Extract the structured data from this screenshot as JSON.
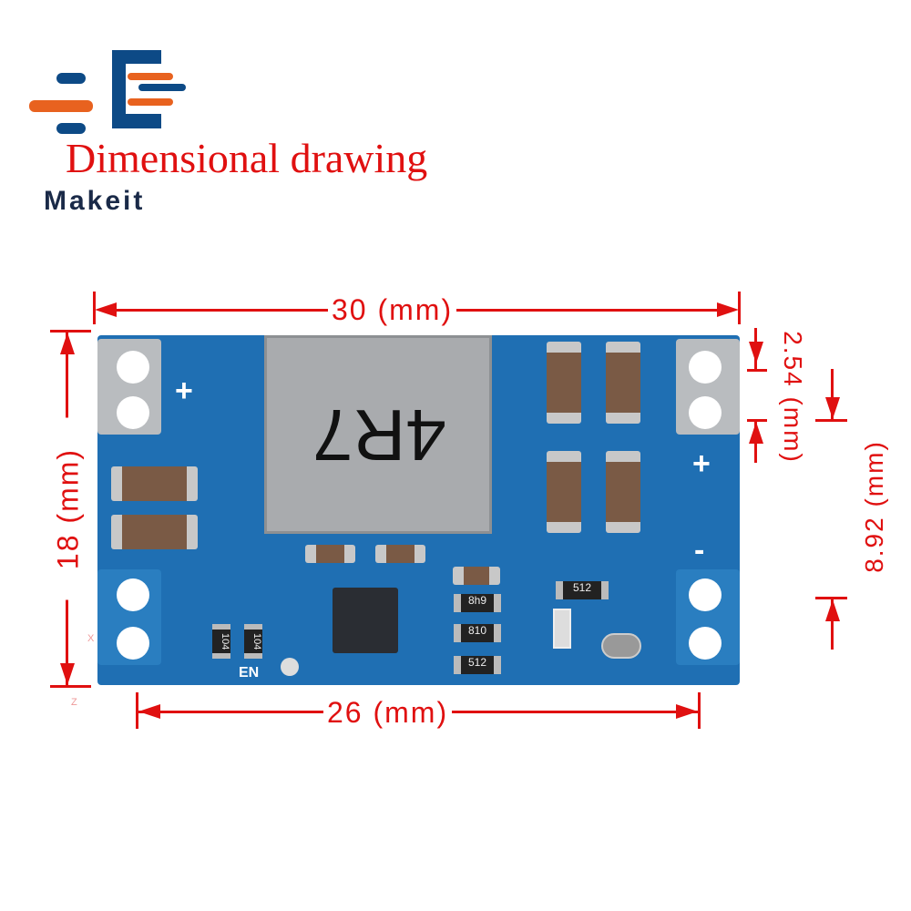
{
  "logo": {
    "text": "Makeit",
    "colors": {
      "blue": "#0d4a86",
      "orange": "#e8621f"
    }
  },
  "title": "Dimensional drawing",
  "dimensions": {
    "width_top": "30 (mm)",
    "height_left": "18 (mm)",
    "width_bottom": "26 (mm)",
    "pin_pitch": "2.54 (mm)",
    "pin_offset": "8.92 (mm)"
  },
  "board": {
    "inductor_marking": "4R7",
    "resistors": [
      "8h9",
      "810",
      "512",
      "512",
      "104",
      "104"
    ],
    "silkscreen": {
      "en": "EN",
      "plus_left": "+",
      "plus_right": "+",
      "minus_right": "-"
    },
    "axes": {
      "x": "X",
      "z": "Z"
    }
  },
  "colors": {
    "dimension": "#e01010",
    "pcb": "#1f6fb3"
  }
}
